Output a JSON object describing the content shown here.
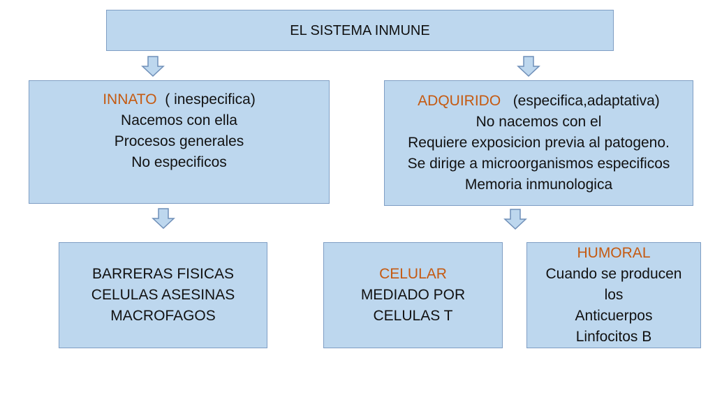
{
  "colors": {
    "box_fill": "#bdd7ee",
    "box_border": "#7f9ec4",
    "accent_text": "#c55a11",
    "body_text": "#111111"
  },
  "root": {
    "title": "EL SISTEMA INMUNE"
  },
  "innato": {
    "heading": "INNATO",
    "heading_suffix": "  ( inespecifica)",
    "lines": [
      "Nacemos con ella",
      "Procesos generales",
      "No especificos"
    ]
  },
  "adquirido": {
    "heading": "ADQUIRIDO",
    "heading_suffix": "   (especifica,adaptativa)",
    "lines": [
      "No nacemos con el",
      "Requiere exposicion previa al patogeno.",
      "Se dirige a microorganismos especificos",
      "Memoria inmunologica"
    ]
  },
  "barreras": {
    "lines": [
      "BARRERAS FISICAS",
      "CELULAS ASESINAS",
      "MACROFAGOS"
    ]
  },
  "celular": {
    "heading": "CELULAR",
    "lines": [
      "MEDIADO POR",
      "CELULAS T"
    ]
  },
  "humoral": {
    "heading": "HUMORAL",
    "lines": [
      "Cuando se producen",
      "los",
      "Anticuerpos",
      "Linfocitos B"
    ]
  },
  "icons": {
    "connector": "down-arrow-icon"
  }
}
